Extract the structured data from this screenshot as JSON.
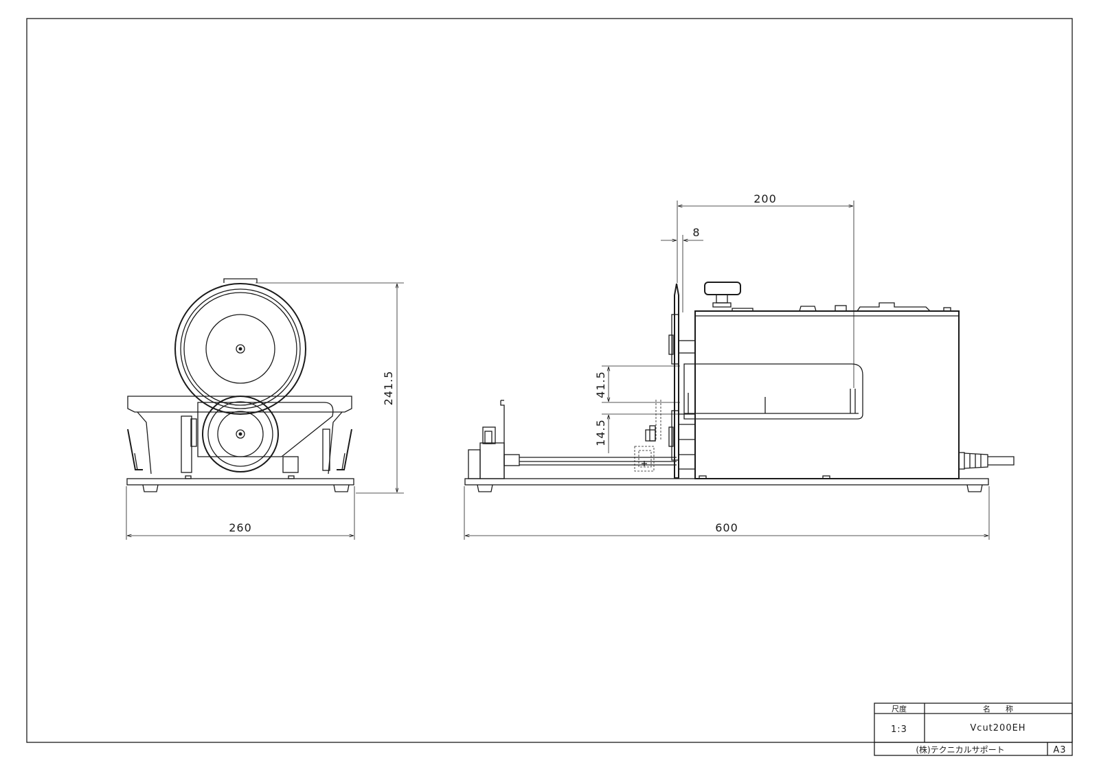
{
  "dimensions": {
    "front_width": "260",
    "front_height": "241.5",
    "side_length": "600",
    "side_top_width": "200",
    "side_small": "8",
    "side_v1": "41.5",
    "side_v2": "14.5"
  },
  "title_block": {
    "scale_label": "尺度",
    "name_label": "名　　称",
    "scale_value": "1:3",
    "product_name": "Vcut200EH",
    "company": "(株)テクニカルサポート",
    "sheet_size": "A3"
  }
}
